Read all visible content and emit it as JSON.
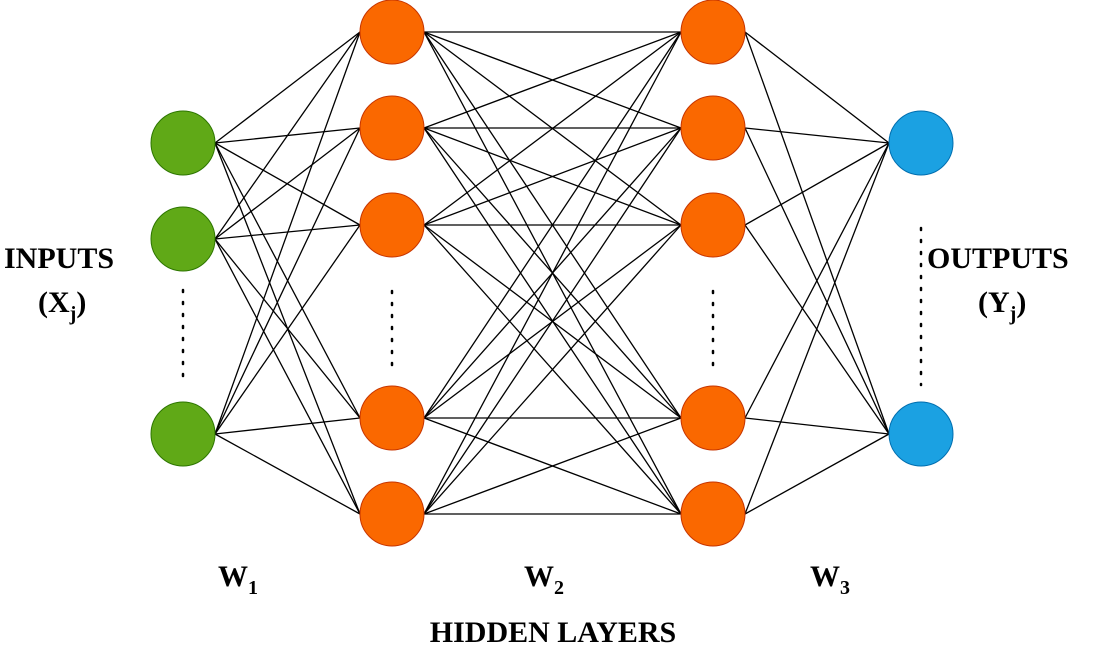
{
  "title": "Neural network diagram",
  "layers": [
    {
      "name": "inputs",
      "nodes": 3,
      "color": "#60A917",
      "stroke": "#2D7600",
      "ellipsis": true
    },
    {
      "name": "hidden-1",
      "nodes": 5,
      "color": "#FA6800",
      "stroke": "#C73500",
      "ellipsis": true
    },
    {
      "name": "hidden-2",
      "nodes": 5,
      "color": "#FA6800",
      "stroke": "#C73500",
      "ellipsis": true
    },
    {
      "name": "outputs",
      "nodes": 2,
      "color": "#1BA1E2",
      "stroke": "#006EAF",
      "ellipsis": true
    }
  ],
  "connectivity": "fully-connected",
  "labels": {
    "inputs": "INPUTS",
    "inputs_var": "(X",
    "inputs_sub": "j",
    "inputs_close": ")",
    "outputs": "OUTPUTS",
    "outputs_var": "(Y",
    "outputs_sub": "j",
    "outputs_close": ")",
    "w1": "W",
    "w1_sub": "1",
    "w2": "W",
    "w2_sub": "2",
    "w3": "W",
    "w3_sub": "3",
    "hidden": "HIDDEN LAYERS"
  }
}
